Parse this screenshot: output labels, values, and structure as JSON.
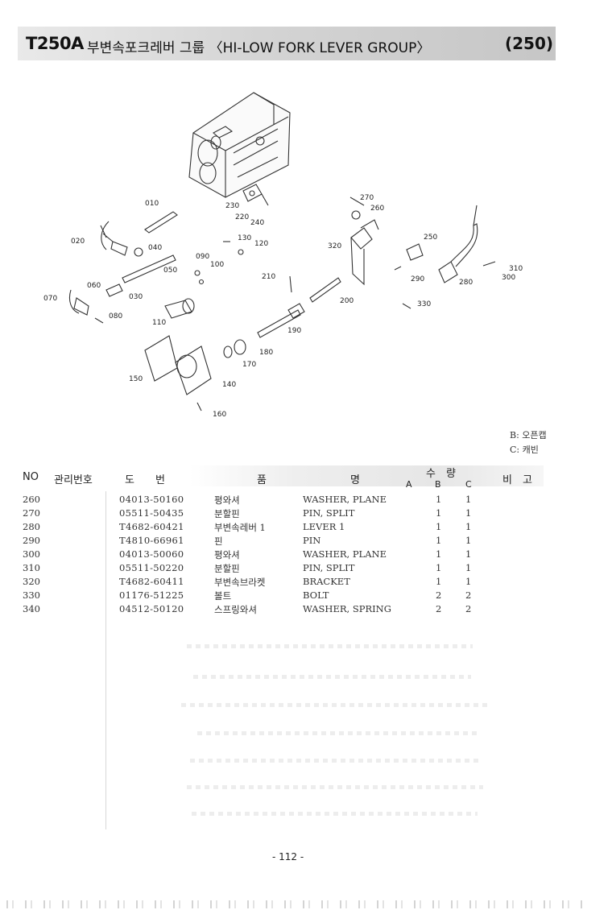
{
  "header": {
    "model": "T250A",
    "title": "부변속포크레버 그룹 〈HI-LOW FORK LEVER GROUP〉",
    "page_code": "(250)"
  },
  "diagram": {
    "callouts": [
      "010",
      "020",
      "030",
      "040",
      "050",
      "060",
      "070",
      "080",
      "090",
      "100",
      "110",
      "120",
      "130",
      "150",
      "140",
      "160",
      "170",
      "180",
      "190",
      "200",
      "210",
      "220",
      "230",
      "240",
      "250",
      "260",
      "270",
      "280",
      "290",
      "300",
      "310",
      "320",
      "330"
    ]
  },
  "legend": {
    "b": "B: 오픈캡",
    "c": "C: 캐빈"
  },
  "table": {
    "headers": {
      "no": "NO",
      "mgmt_no": "관리번호",
      "drawing_no": "도　　번",
      "part_name": "품　　　　　　　　명",
      "qty": "수　량",
      "qty_a": "A",
      "qty_b": "B",
      "qty_c": "C",
      "remarks": "비　고"
    },
    "rows": [
      {
        "no": "260",
        "part_no": "04013-50160",
        "name_kr": "평와셔",
        "name_en": "WASHER, PLANE",
        "b": "1",
        "c": "1"
      },
      {
        "no": "270",
        "part_no": "05511-50435",
        "name_kr": "분할핀",
        "name_en": "PIN, SPLIT",
        "b": "1",
        "c": "1"
      },
      {
        "no": "280",
        "part_no": "T4682-60421",
        "name_kr": "부변속레버 1",
        "name_en": "LEVER 1",
        "b": "1",
        "c": "1"
      },
      {
        "no": "290",
        "part_no": "T4810-66961",
        "name_kr": "핀",
        "name_en": "PIN",
        "b": "1",
        "c": "1"
      },
      {
        "no": "300",
        "part_no": "04013-50060",
        "name_kr": "평와셔",
        "name_en": "WASHER, PLANE",
        "b": "1",
        "c": "1"
      },
      {
        "no": "310",
        "part_no": "05511-50220",
        "name_kr": "분할핀",
        "name_en": "PIN, SPLIT",
        "b": "1",
        "c": "1"
      },
      {
        "no": "320",
        "part_no": "T4682-60411",
        "name_kr": "부변속브라켓",
        "name_en": "BRACKET",
        "b": "1",
        "c": "1"
      },
      {
        "no": "330",
        "part_no": "01176-51225",
        "name_kr": "볼트",
        "name_en": "BOLT",
        "b": "2",
        "c": "2"
      },
      {
        "no": "340",
        "part_no": "04512-50120",
        "name_kr": "스프링와셔",
        "name_en": "WASHER, SPRING",
        "b": "2",
        "c": "2"
      }
    ]
  },
  "footer": {
    "page_number": "- 112 -"
  }
}
